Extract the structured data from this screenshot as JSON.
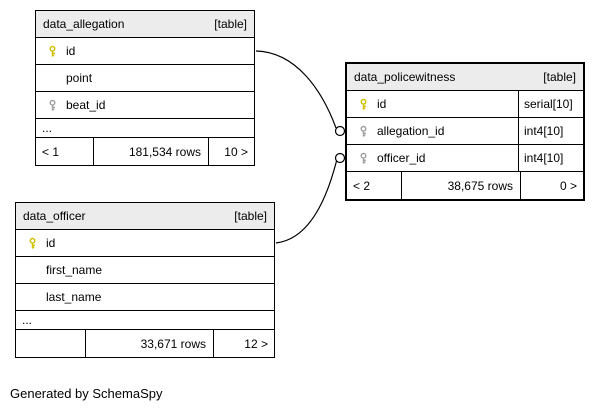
{
  "canvas": {
    "background": "#ffffff"
  },
  "colors": {
    "primary_key": "#d0c000",
    "foreign_key": "#a0a0a0",
    "header_bg": "#ececec",
    "border": "#000000",
    "edge": "#000000"
  },
  "footer_note": "Generated by SchemaSpy",
  "tables": [
    {
      "name": "data_allegation",
      "type_label": "[table]",
      "columns": [
        {
          "name": "id",
          "key": "primary"
        },
        {
          "name": "point",
          "key": "none"
        },
        {
          "name": "beat_id",
          "key": "foreign"
        },
        {
          "name": "...",
          "key": "none"
        }
      ],
      "pager": {
        "prev": "< 1",
        "rows": "181,534 rows",
        "next": "10 >"
      }
    },
    {
      "name": "data_policewitness",
      "type_label": "[table]",
      "columns": [
        {
          "name": "id",
          "type": "serial[10]",
          "key": "primary"
        },
        {
          "name": "allegation_id",
          "type": "int4[10]",
          "key": "foreign"
        },
        {
          "name": "officer_id",
          "type": "int4[10]",
          "key": "foreign"
        }
      ],
      "pager": {
        "prev": "< 2",
        "rows": "38,675 rows",
        "next": "0 >"
      }
    },
    {
      "name": "data_officer",
      "type_label": "[table]",
      "columns": [
        {
          "name": "id",
          "key": "primary"
        },
        {
          "name": "first_name",
          "key": "none"
        },
        {
          "name": "last_name",
          "key": "none"
        },
        {
          "name": "...",
          "key": "none"
        }
      ],
      "pager": {
        "prev": "",
        "rows": "33,671 rows",
        "next": "12 >"
      }
    }
  ],
  "relationships": [
    {
      "from": "data_allegation.id",
      "to": "data_policewitness.allegation_id"
    },
    {
      "from": "data_officer.id",
      "to": "data_policewitness.officer_id"
    }
  ]
}
